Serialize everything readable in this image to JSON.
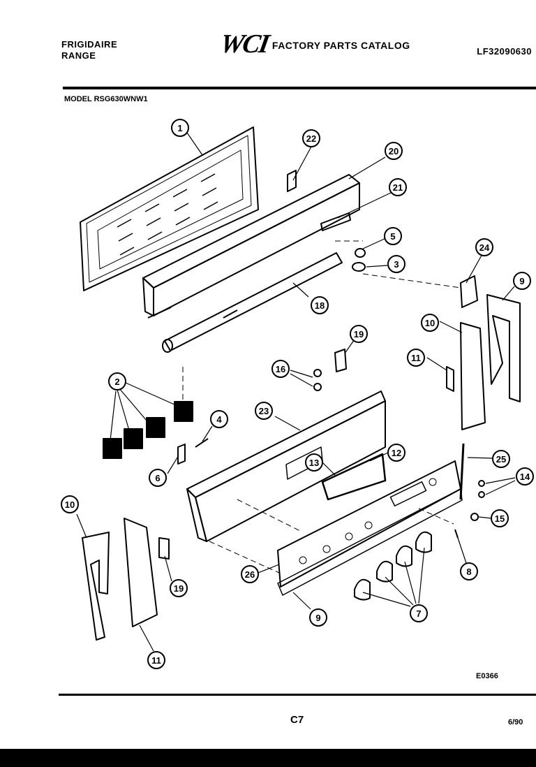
{
  "header": {
    "brand_line1": "FRIGIDAIRE",
    "brand_line2": "RANGE",
    "logo_text": "WCI",
    "catalog_title": "FACTORY PARTS CATALOG",
    "catalog_number": "LF32090630"
  },
  "model_label": "MODEL RSG630WNW1",
  "drawing_code": "E0366",
  "page_number": "C7",
  "date": "6/90",
  "callouts": [
    "1",
    "22",
    "20",
    "21",
    "5",
    "3",
    "18",
    "24",
    "9",
    "10",
    "19",
    "11",
    "16",
    "23",
    "2",
    "4",
    "6",
    "13",
    "12",
    "25",
    "14",
    "15",
    "8",
    "7",
    "26",
    "9",
    "10",
    "11",
    "19"
  ]
}
